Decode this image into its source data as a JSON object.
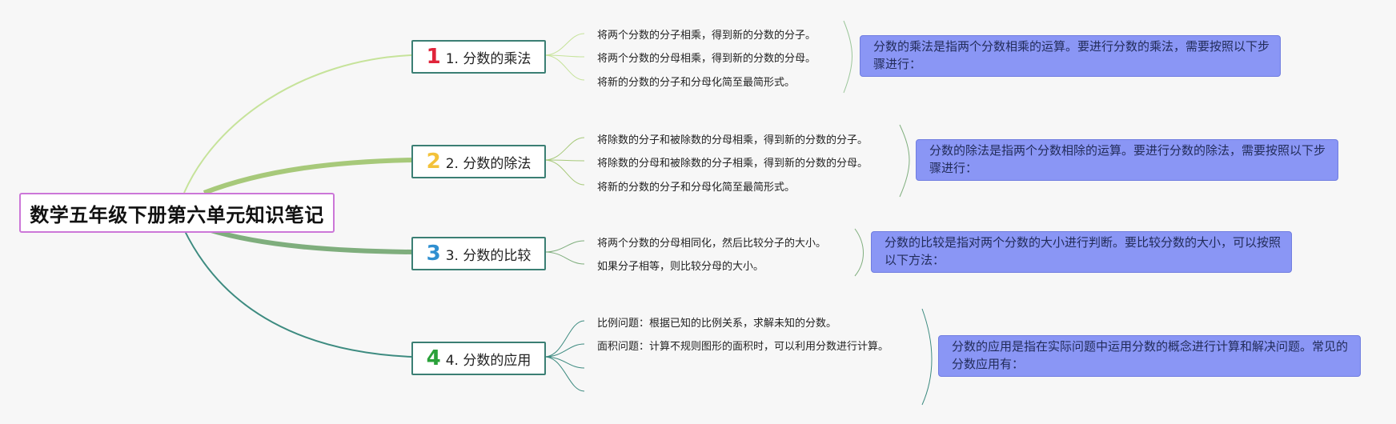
{
  "colors": {
    "root_border": "#cc77d8",
    "branch_border": "#3b7f74",
    "note_fill": "#8a96f5",
    "num1": "#e0243a",
    "num2": "#f3c23a",
    "num3": "#2f8fd0",
    "num4": "#2aa13a"
  },
  "root": {
    "title": "数学五年级下册第六单元知识笔记"
  },
  "branches": [
    {
      "num": "1",
      "label": "1. 分数的乘法",
      "leaves": [
        "将两个分数的分子相乘，得到新的分数的分子。",
        "将两个分数的分母相乘，得到新的分数的分母。",
        "将新的分数的分子和分母化简至最简形式。"
      ],
      "note": "分数的乘法是指两个分数相乘的运算。要进行分数的乘法，需要按照以下步骤进行："
    },
    {
      "num": "2",
      "label": "2. 分数的除法",
      "leaves": [
        "将除数的分子和被除数的分母相乘，得到新的分数的分子。",
        "将除数的分母和被除数的分子相乘，得到新的分数的分母。",
        "将新的分数的分子和分母化简至最简形式。"
      ],
      "note": "分数的除法是指两个分数相除的运算。要进行分数的除法，需要按照以下步骤进行："
    },
    {
      "num": "3",
      "label": "3. 分数的比较",
      "leaves": [
        "将两个分数的分母相同化，然后比较分子的大小。",
        "如果分子相等，则比较分母的大小。"
      ],
      "note": "分数的比较是指对两个分数的大小进行判断。要比较分数的大小，可以按照以下方法："
    },
    {
      "num": "4",
      "label": "4. 分数的应用",
      "leaves": [
        "比例问题：根据已知的比例关系，求解未知的分数。",
        "面积问题：计算不规则图形的面积时，可以利用分数进行计算。"
      ],
      "note": "分数的应用是指在实际问题中运用分数的概念进行计算和解决问题。常见的分数应用有："
    }
  ]
}
